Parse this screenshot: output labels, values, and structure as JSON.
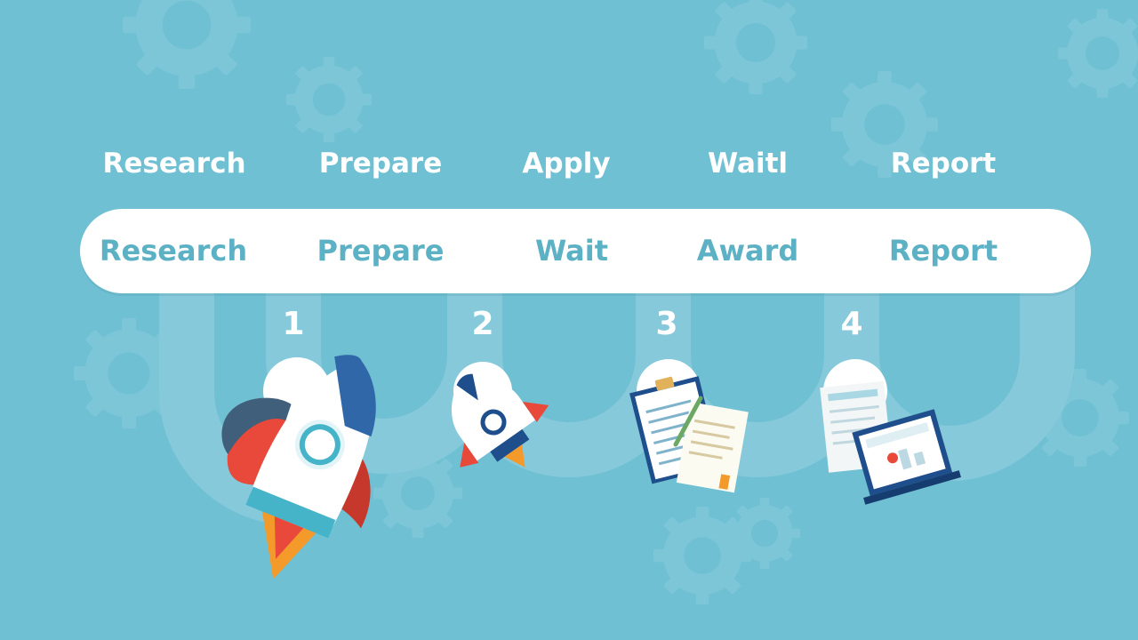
{
  "top_labels": [
    "Research",
    "Prepare",
    "Apply",
    "Waitl",
    "Report"
  ],
  "bar_labels": [
    "Research",
    "Prepare",
    "Wait",
    "Award",
    "Report"
  ],
  "step_numbers": [
    "1",
    "2",
    "3",
    "4"
  ],
  "colors": {
    "background": "#70c0d4",
    "gear": "#85cadb",
    "path": "#8fcde0",
    "bar": "#ffffff",
    "bar_text": "#5db1c5",
    "rocket_red": "#e8493b",
    "rocket_navy": "#1f4e8c",
    "flame": "#f39a2a"
  },
  "icons": [
    "gear-icon",
    "rocket-icon",
    "small-rocket-icon",
    "clipboard-document-icon",
    "laptop-report-icon"
  ]
}
